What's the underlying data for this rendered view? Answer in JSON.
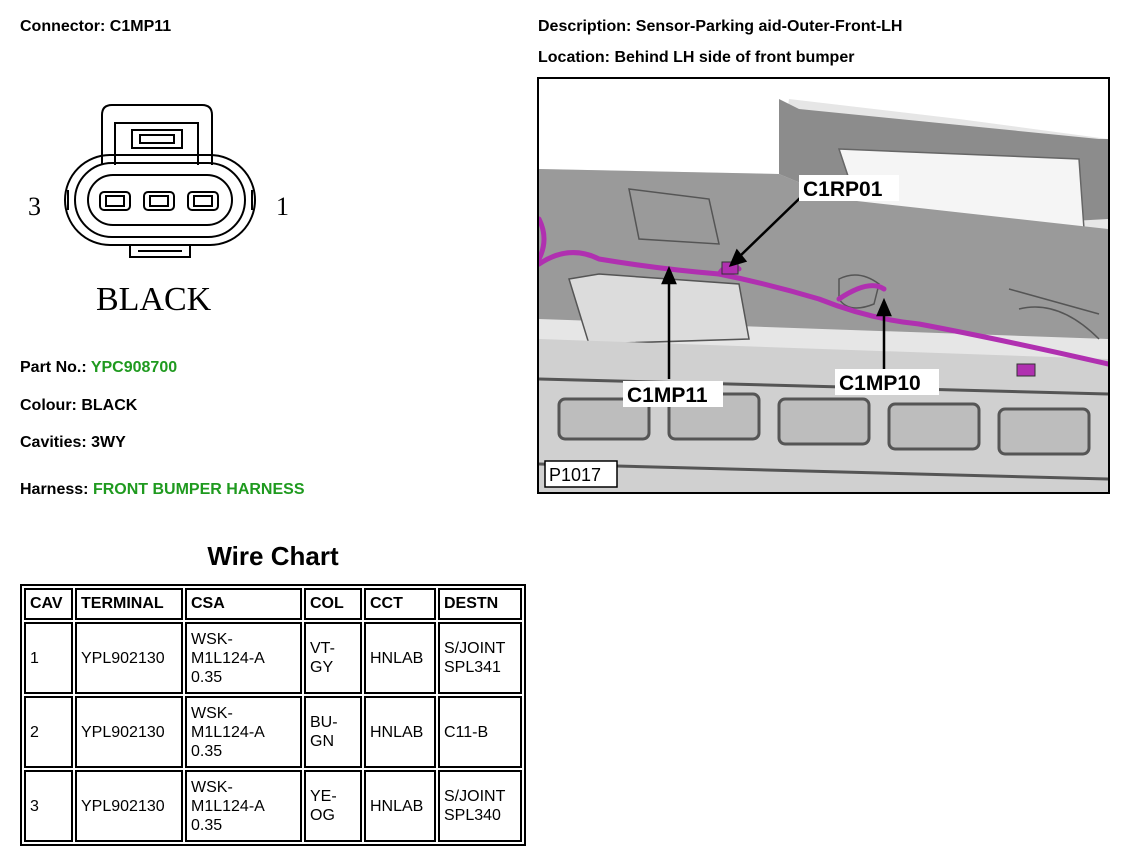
{
  "connector": {
    "label": "Connector:",
    "value": "C1MP11"
  },
  "description": {
    "label": "Description:",
    "value": "Sensor-Parking aid-Outer-Front-LH"
  },
  "location": {
    "label": "Location:",
    "value": "Behind LH side of front bumper"
  },
  "drawing": {
    "pin_left": "3",
    "pin_right": "1",
    "color_text": "BLACK"
  },
  "part_no": {
    "label": "Part No.:",
    "value": "YPC908700",
    "link_color": "#1f9a1f"
  },
  "colour": {
    "label": "Colour:",
    "value": "BLACK"
  },
  "cavities": {
    "label": "Cavities:",
    "value": "3WY"
  },
  "harness": {
    "label": "Harness:",
    "value": "FRONT BUMPER HARNESS"
  },
  "photo": {
    "callouts": [
      "C1RP01",
      "C1MP11",
      "C1MP10"
    ],
    "figure_id": "P1017",
    "harness_color": "#b030b0"
  },
  "wire_chart": {
    "title": "Wire Chart",
    "headers": [
      "CAV",
      "TERMINAL",
      "CSA",
      "COL",
      "CCT",
      "DESTN"
    ],
    "rows": [
      {
        "cav": "1",
        "terminal": "YPL902130",
        "csa": [
          "WSK-",
          "M1L124-A",
          "0.35"
        ],
        "col": [
          "VT-",
          "GY"
        ],
        "cct": "HNLAB",
        "destn": [
          "S/JOINT",
          "SPL341"
        ]
      },
      {
        "cav": "2",
        "terminal": "YPL902130",
        "csa": [
          "WSK-",
          "M1L124-A",
          "0.35"
        ],
        "col": [
          "BU-",
          "GN"
        ],
        "cct": "HNLAB",
        "destn": [
          "C11-B"
        ]
      },
      {
        "cav": "3",
        "terminal": "YPL902130",
        "csa": [
          "WSK-",
          "M1L124-A",
          "0.35"
        ],
        "col": [
          "YE-",
          "OG"
        ],
        "cct": "HNLAB",
        "destn": [
          "S/JOINT",
          "SPL340"
        ]
      }
    ]
  }
}
